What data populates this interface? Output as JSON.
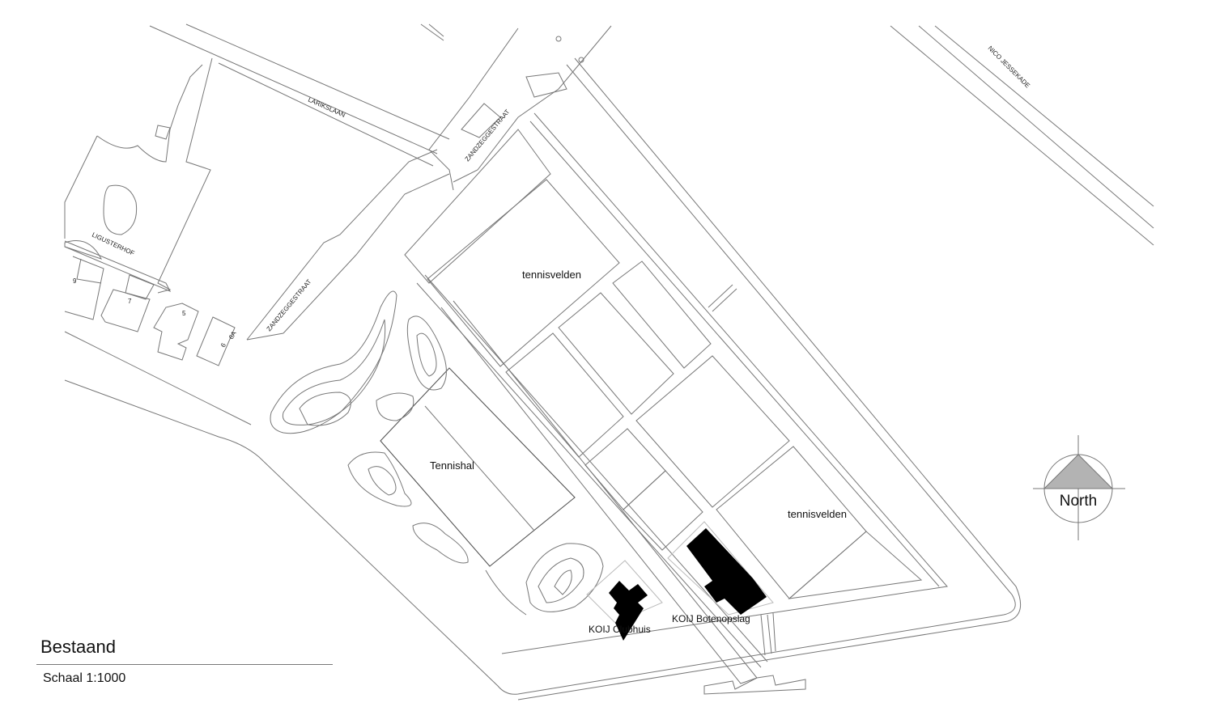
{
  "drawing": {
    "title": "Bestaand",
    "scale": "Schaal 1:1000"
  },
  "streets": {
    "lariks": "LARIKSLAAN",
    "zandzegge_top": "ZANDZEGGESTRAAT",
    "zandzegge_bottom": "ZANDZEGGESTRAAT",
    "nico": "NICO JESSEKADE",
    "ligusterhof": "LIGUSTERHOF"
  },
  "house_numbers": [
    "9",
    "7",
    "5",
    "6",
    "6A"
  ],
  "places": {
    "tennis_courts_top": "tennisvelden",
    "tennis_courts_bottom": "tennisvelden",
    "tennishal": "Tennishal",
    "clubhuis": "KOIJ Clubhuis",
    "botenopslag": "KOIJ Botenopslag"
  },
  "north_arrow": {
    "label": "North",
    "fill_color": "#b3b3b3"
  }
}
